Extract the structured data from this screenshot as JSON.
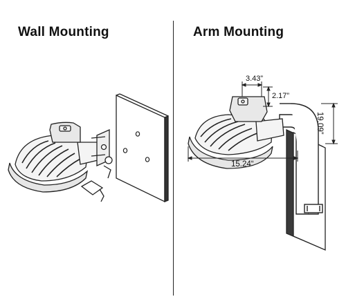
{
  "panels": {
    "wall": {
      "title": "Wall Mounting"
    },
    "arm": {
      "title": "Arm Mounting"
    }
  },
  "dimensions": {
    "top_width": "3.43”",
    "top_height": "2.17”",
    "overall_length": "15.24“",
    "overall_height": "19.09”"
  },
  "colors": {
    "line": "#222222",
    "fixture_fill": "#f2f2f2",
    "plate_dark": "#3a3a3a",
    "wall_plate": "#ffffff"
  }
}
